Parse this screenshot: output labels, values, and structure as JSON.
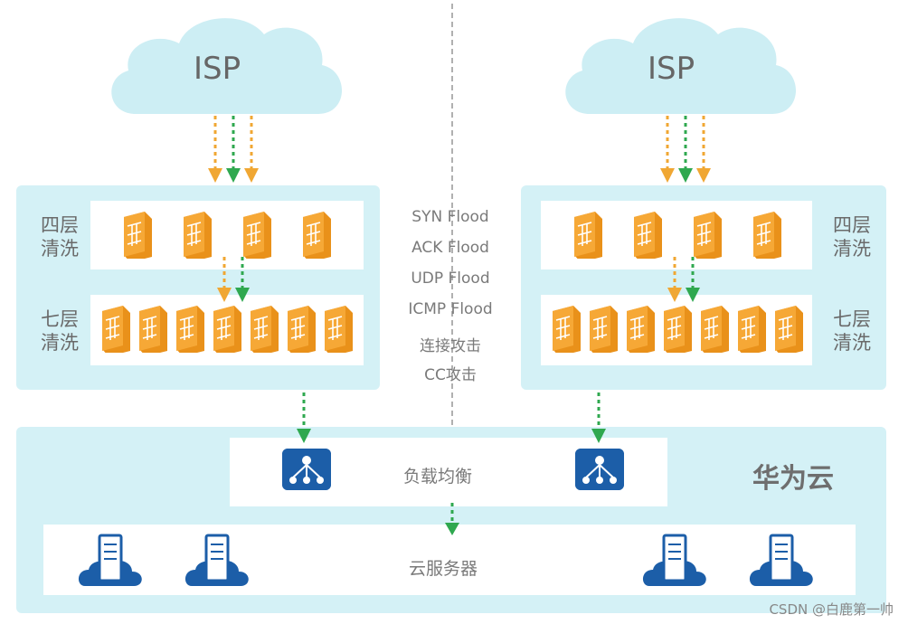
{
  "left_isp": "ISP",
  "right_isp": "ISP",
  "left": {
    "l4": [
      "四层",
      "清洗"
    ],
    "l7": [
      "七层",
      "清洗"
    ]
  },
  "right": {
    "l4": [
      "四层",
      "清洗"
    ],
    "l7": [
      "七层",
      "清洗"
    ]
  },
  "attacks": [
    "SYN Flood",
    "ACK Flood",
    "UDP Flood",
    "ICMP Flood",
    "连接攻击",
    "CC攻击"
  ],
  "cloud": {
    "name": "华为云",
    "load_balancer": "负载均衡",
    "servers": "云服务器"
  },
  "watermark": "CSDN @白鹿第一帅",
  "colors": {
    "panel": "#d4f1f6",
    "firewall": "#f5a023",
    "orange_arrow": "#f0a733",
    "green_arrow": "#2fa84f",
    "lb_blue": "#1c5ea8"
  },
  "icons": [
    "cloud-shape",
    "firewall-icon",
    "load-balancer-icon",
    "server-icon"
  ]
}
